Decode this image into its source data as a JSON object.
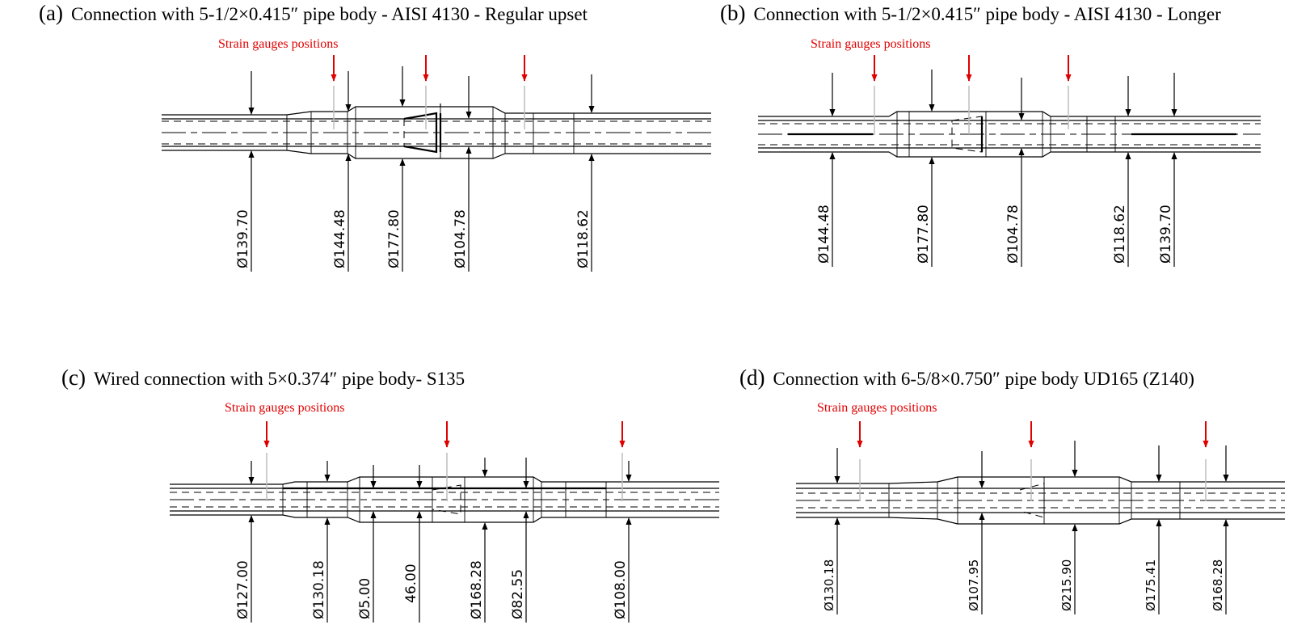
{
  "colors": {
    "strain_arrow": "#e00000",
    "gauge_line": "#bdbdbd",
    "drawing": "#000000"
  },
  "panels": [
    {
      "letter": "(a)",
      "title": "Connection with 5-1/2×0.415″ pipe body - AISI 4130 - Regular upset",
      "strain_label": "Strain gauges positions",
      "dimensions": [
        "Ø139.70",
        "Ø144.48",
        "Ø177.80",
        "Ø104.78",
        "Ø118.62"
      ]
    },
    {
      "letter": "(b)",
      "title": "Connection with 5-1/2×0.415″ pipe body - AISI 4130 - Longer",
      "strain_label": "Strain gauges positions",
      "dimensions": [
        "Ø144.48",
        "Ø177.80",
        "Ø104.78",
        "Ø118.62",
        "Ø139.70"
      ]
    },
    {
      "letter": "(c)",
      "title": "Wired connection with 5×0.374″ pipe body- S135",
      "strain_label": "Strain gauges positions",
      "dimensions": [
        "Ø127.00",
        "Ø130.18",
        "Ø5.00",
        "46.00",
        "Ø168.28",
        "Ø82.55",
        "Ø108.00"
      ]
    },
    {
      "letter": "(d)",
      "title": "Connection with 6-5/8×0.750″ pipe body UD165 (Z140)",
      "strain_label": "Strain gauges positions",
      "dimensions": [
        "Ø130.18",
        "Ø107.95",
        "Ø215.90",
        "Ø175.41",
        "Ø168.28"
      ]
    }
  ]
}
